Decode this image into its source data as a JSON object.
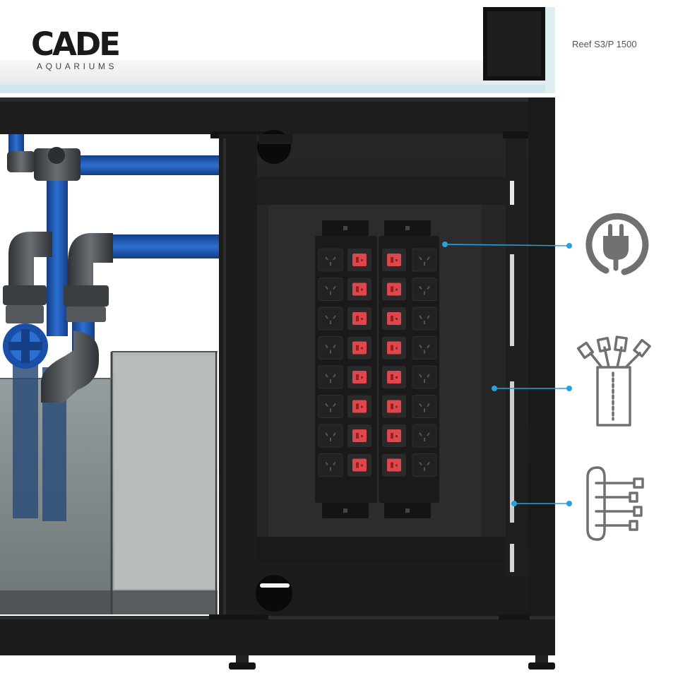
{
  "brand": {
    "logo_text": "CADE",
    "subtitle": "AQUARIUMS"
  },
  "product": {
    "model": "Reef S3/P 1500"
  },
  "power_board": {
    "outlets_per_column": 8,
    "columns": 2,
    "switch_color": "#e0474c"
  },
  "features": [
    {
      "icon": "power-plug-icon"
    },
    {
      "icon": "cable-management-icon"
    },
    {
      "icon": "cable-organizer-icon"
    }
  ],
  "colors": {
    "accent": "#2a9fe0",
    "frame": "#1c1c1c",
    "pipe_blue": "#1e57b4",
    "fitting_grey": "#4a4e52",
    "icon_grey": "#707070"
  }
}
